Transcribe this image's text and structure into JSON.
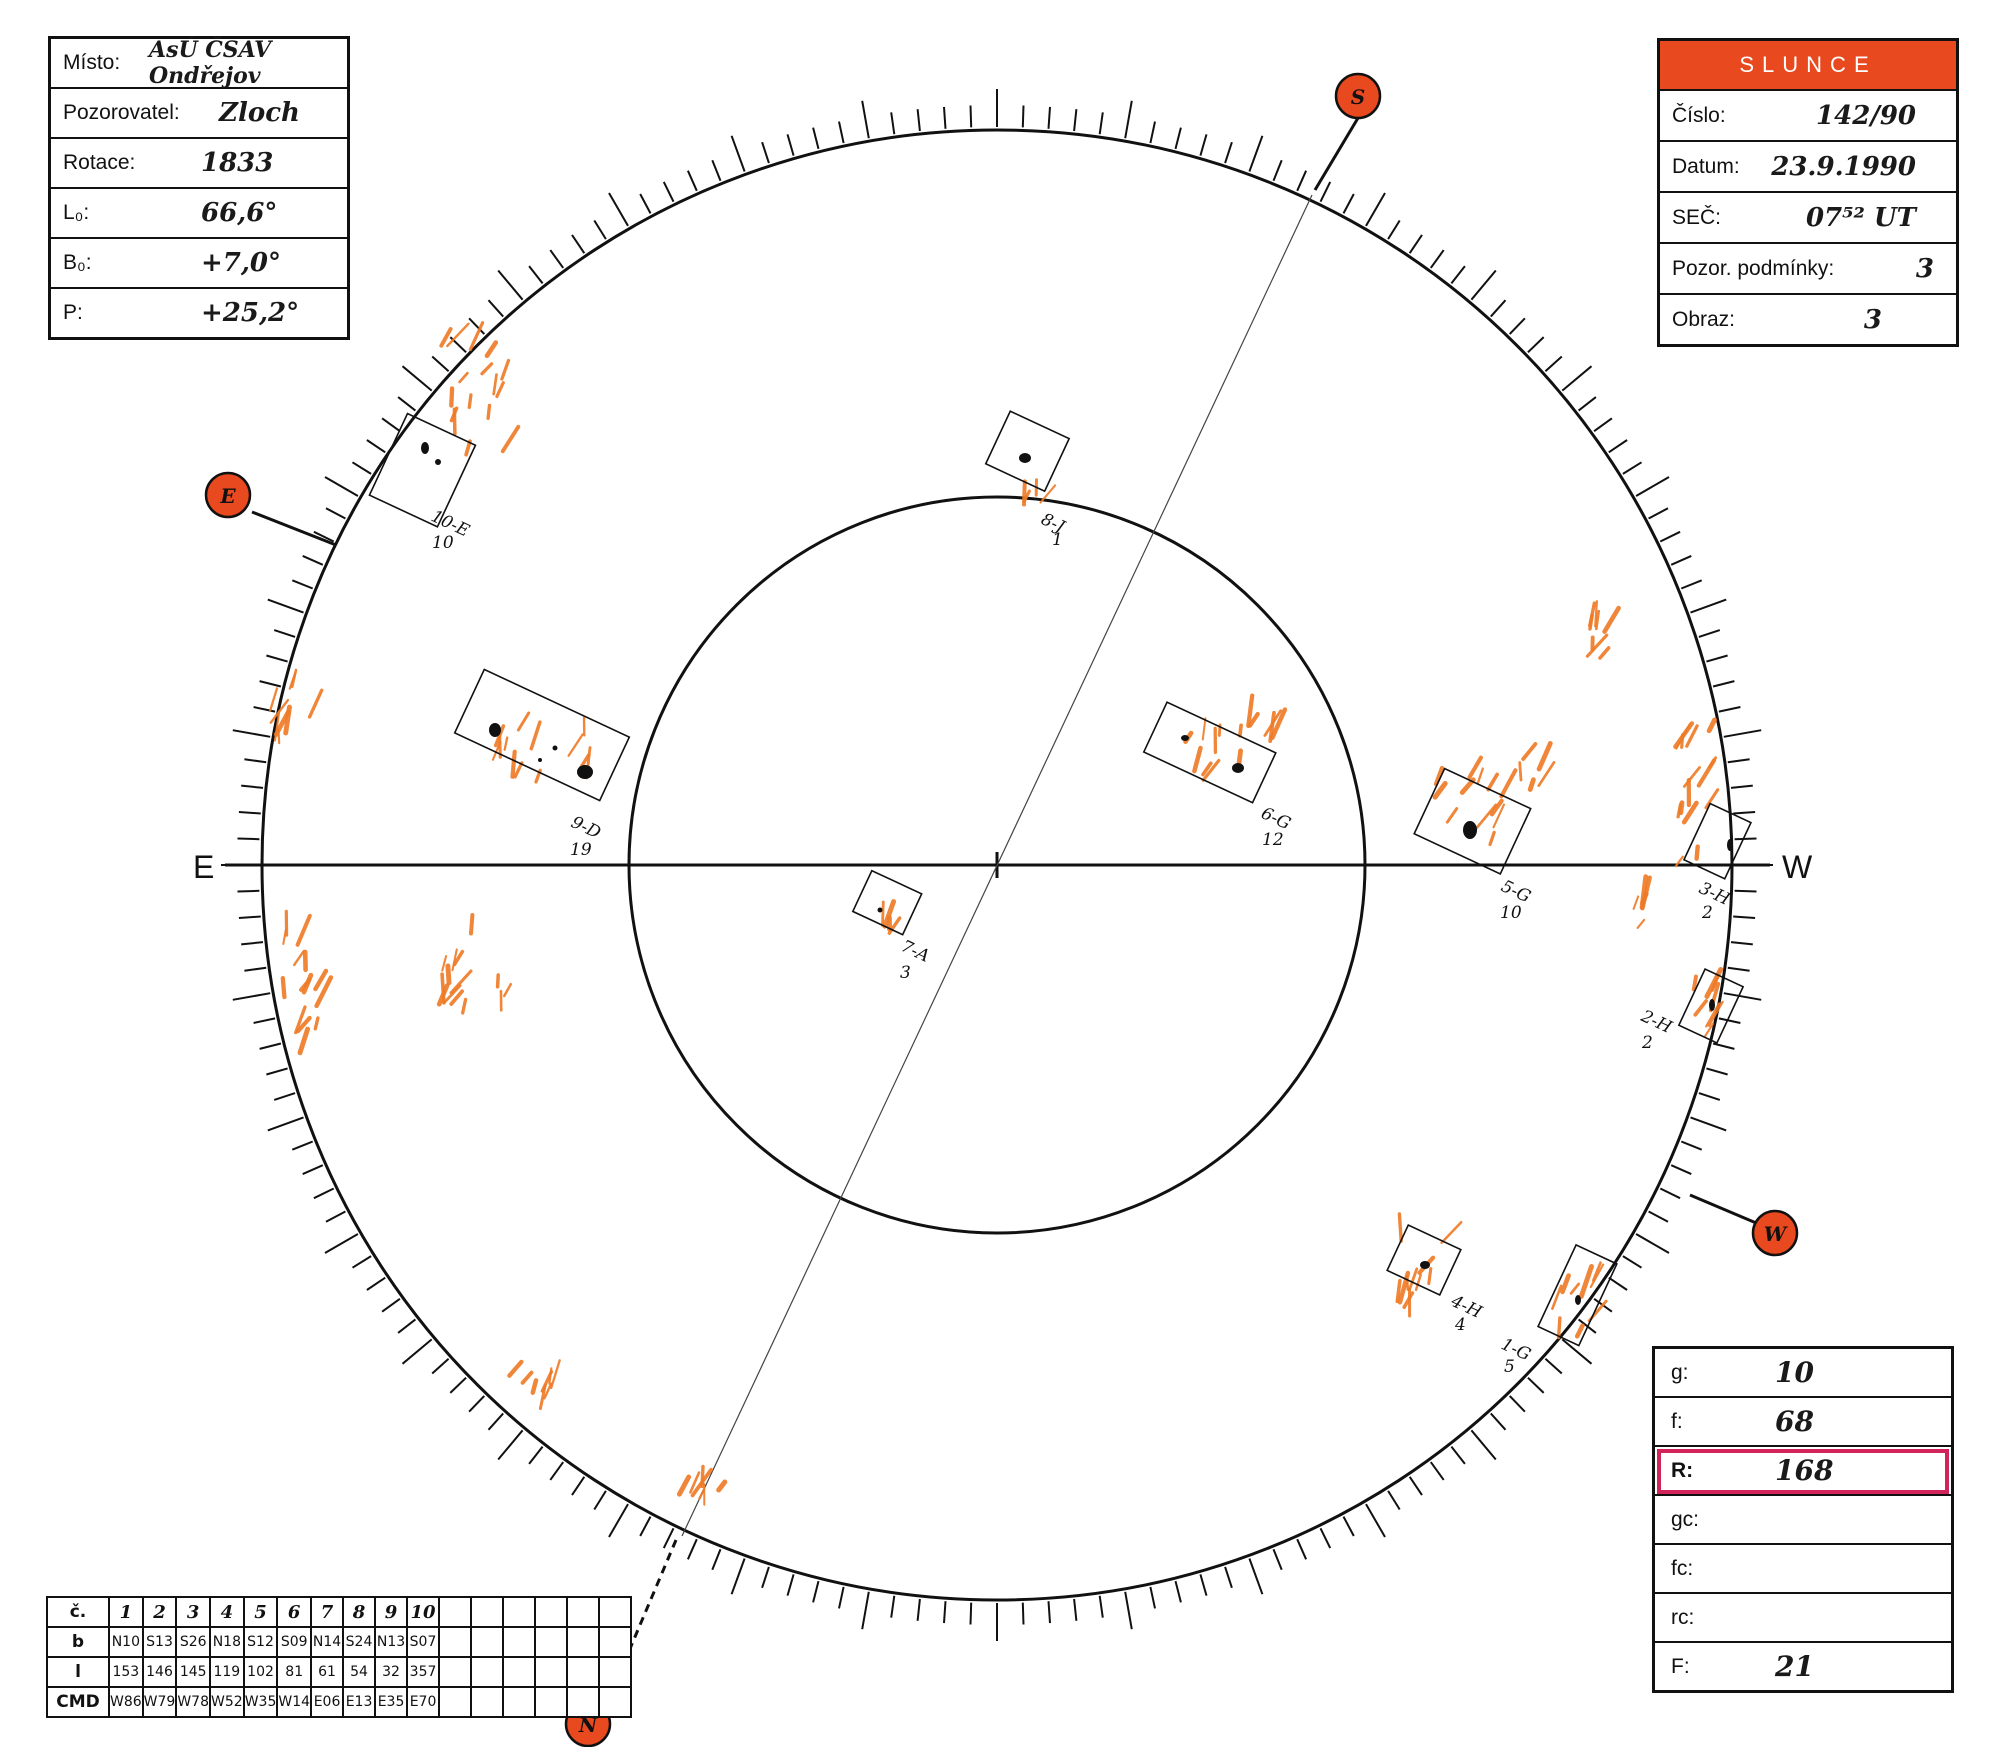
{
  "info": {
    "misto_label": "Místo:",
    "misto_value": "AsÚ ČSAV Ondřejov",
    "pozorovatel_label": "Pozorovatel:",
    "pozorovatel_value": "Zloch",
    "rotace_label": "Rotace:",
    "rotace_value": "1833",
    "l0_label": "L₀:",
    "l0_value": "66,6°",
    "b0_label": "B₀:",
    "b0_value": "+7,0°",
    "p_label": "P:",
    "p_value": "+25,2°"
  },
  "slunce": {
    "title": "SLUNCE",
    "cislo_label": "Číslo:",
    "cislo_value": "142/90",
    "datum_label": "Datum:",
    "datum_value": "23.9.1990",
    "sec_label": "SEČ:",
    "sec_value": "07⁵² UT",
    "podminky_label": "Pozor. podmínky:",
    "podminky_value": "3",
    "obraz_label": "Obraz:",
    "obraz_value": "3"
  },
  "counts": {
    "g_label": "g:",
    "g_value": "10",
    "f_label": "f:",
    "f_value": "68",
    "r_label": "R:",
    "r_value": "168",
    "gc_label": "gc:",
    "gc_value": "",
    "fc_label": "fc:",
    "fc_value": "",
    "rc_label": "rc:",
    "rc_value": "",
    "ff_label": "F:",
    "ff_value": "21",
    "highlight_color": "#d0245a"
  },
  "compass": {
    "east": "E",
    "west": "W",
    "s_marker": "S",
    "e_marker": "E",
    "w_marker": "W",
    "n_marker": "N",
    "marker_color": "#e8491f"
  },
  "groups": [
    {
      "label": "8-J",
      "count": "1"
    },
    {
      "label": "10-E",
      "count": "10"
    },
    {
      "label": "9-D",
      "count": "19"
    },
    {
      "label": "6-G",
      "count": "12"
    },
    {
      "label": "5-G",
      "count": "10"
    },
    {
      "label": "7-A",
      "count": "3"
    },
    {
      "label": "3-H",
      "count": "2"
    },
    {
      "label": "2-H",
      "count": "2"
    },
    {
      "label": "4-H",
      "count": "4"
    },
    {
      "label": "1-G",
      "count": "5"
    }
  ],
  "table": {
    "row_labels": [
      "č.",
      "b",
      "l",
      "CMD"
    ],
    "numbers": [
      "1",
      "2",
      "3",
      "4",
      "5",
      "6",
      "7",
      "8",
      "9",
      "10"
    ],
    "b": [
      "N10",
      "S13",
      "S26",
      "N18",
      "S12",
      "S09",
      "N14",
      "S24",
      "N13",
      "S07"
    ],
    "l": [
      "153",
      "146",
      "145",
      "119",
      "102",
      "81",
      "61",
      "54",
      "32",
      "357"
    ],
    "cmd": [
      "W86",
      "W79",
      "W78",
      "W52",
      "W35",
      "W14",
      "E06",
      "E13",
      "E35",
      "E70"
    ]
  },
  "colors": {
    "faculae": "#ee7a25",
    "ink": "#111111"
  }
}
